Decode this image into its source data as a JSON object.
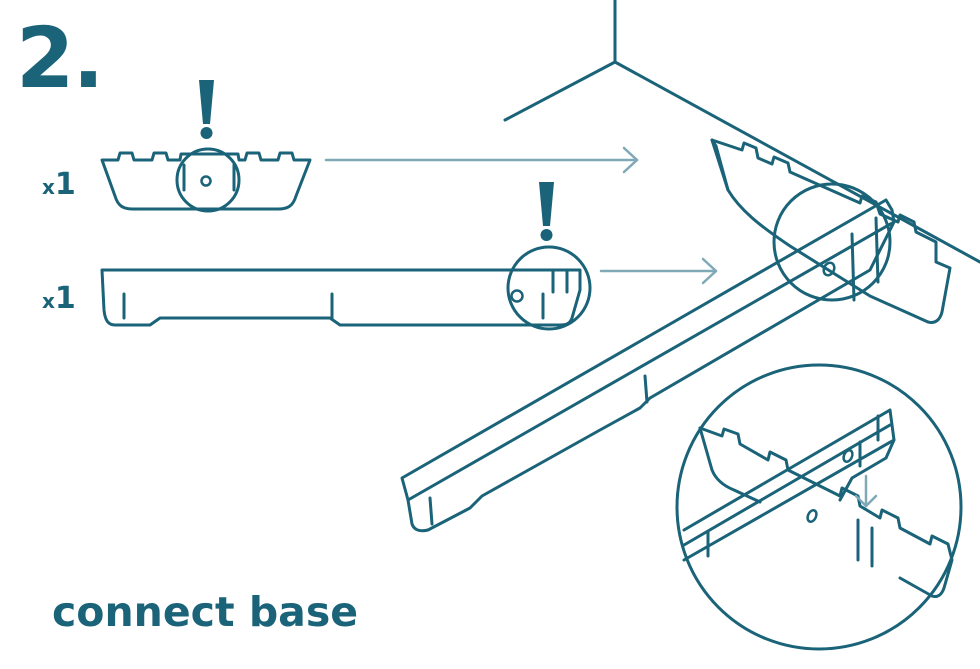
{
  "step": {
    "number": "2."
  },
  "parts": [
    {
      "prefix": "x",
      "count": "1"
    },
    {
      "prefix": "x",
      "count": "1"
    }
  ],
  "caption": "connect base",
  "colors": {
    "line": "#1a6378",
    "arrow": "#7fa9b6",
    "background": "#ffffff"
  }
}
